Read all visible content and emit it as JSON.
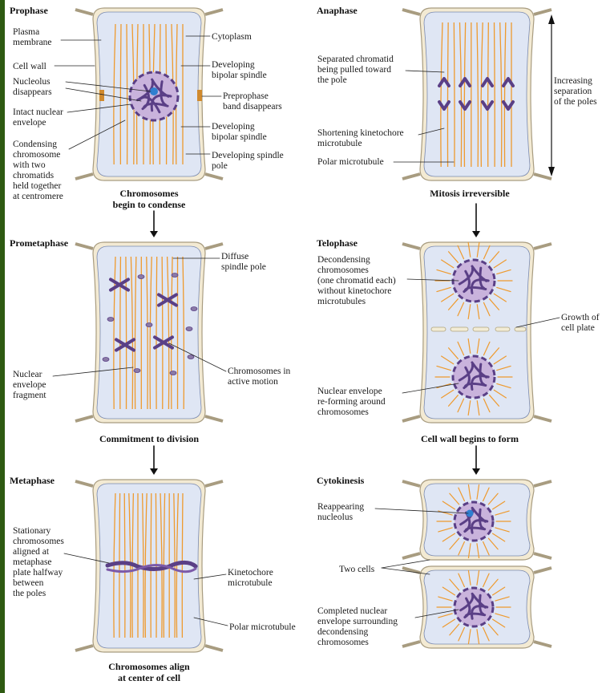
{
  "colors": {
    "frame": "#2e5a12",
    "cell_fill": "#dfe6f4",
    "cell_wall": "#f3ead3",
    "spindle": "#ee9a2e",
    "chromosome": "#5a3f86",
    "nucleus": "#c9b3dc",
    "nucleolus": "#2f7fd0"
  },
  "phases": {
    "prophase": {
      "title": "Prophase",
      "caption": [
        "Chromosomes",
        "begin to condense"
      ],
      "labels": {
        "plasma_membrane": [
          "Plasma",
          "membrane"
        ],
        "cell_wall": "Cell wall",
        "nucleolus": [
          "Nucleolus",
          "disappears"
        ],
        "nuclear_envelope": [
          "Intact nuclear",
          "envelope"
        ],
        "condensing": [
          "Condensing",
          "chromosome",
          "with two",
          "chromatids",
          "held together",
          "at centromere"
        ],
        "cytoplasm": "Cytoplasm",
        "spindle1": [
          "Developing",
          "bipolar spindle"
        ],
        "preprophase": [
          "Preprophase",
          "band disappears"
        ],
        "spindle2": [
          "Developing",
          "bipolar spindle"
        ],
        "spindle_pole": [
          "Developing spindle",
          "pole"
        ]
      }
    },
    "prometaphase": {
      "title": "Prometaphase",
      "caption": [
        "Commitment to division"
      ],
      "labels": {
        "diffuse_pole": [
          "Diffuse",
          "spindle pole"
        ],
        "envelope_fragment": [
          "Nuclear",
          "envelope",
          "fragment"
        ],
        "active_motion": [
          "Chromosomes in",
          "active motion"
        ]
      }
    },
    "metaphase": {
      "title": "Metaphase",
      "caption": [
        "Chromosomes align",
        "at center of cell"
      ],
      "labels": {
        "stationary": [
          "Stationary",
          "chromosomes",
          "aligned at",
          "metaphase",
          "plate halfway",
          "between",
          "the poles"
        ],
        "kinetochore": [
          "Kinetochore",
          "microtubule"
        ],
        "polar": "Polar microtubule"
      }
    },
    "anaphase": {
      "title": "Anaphase",
      "caption": [
        "Mitosis irreversible"
      ],
      "labels": {
        "separated": [
          "Separated chromatid",
          "being pulled toward",
          "the pole"
        ],
        "shortening": [
          "Shortening kinetochore",
          "microtubule"
        ],
        "polar": "Polar microtubule",
        "increasing": [
          "Increasing",
          "separation",
          "of the poles"
        ]
      }
    },
    "telophase": {
      "title": "Telophase",
      "caption": [
        "Cell wall begins to form"
      ],
      "labels": {
        "decondensing": [
          "Decondensing",
          "chromosomes",
          "(one chromatid each)",
          "without kinetochore",
          "microtubules"
        ],
        "growth": [
          "Growth of",
          "cell plate"
        ],
        "reforming": [
          "Nuclear envelope",
          "re-forming around",
          "chromosomes"
        ]
      }
    },
    "cytokinesis": {
      "title": "Cytokinesis",
      "labels": {
        "reappearing": [
          "Reappearing",
          "nucleolus"
        ],
        "two_cells": "Two cells",
        "completed": [
          "Completed nuclear",
          "envelope surrounding",
          "decondensing",
          "chromosomes"
        ]
      }
    }
  }
}
